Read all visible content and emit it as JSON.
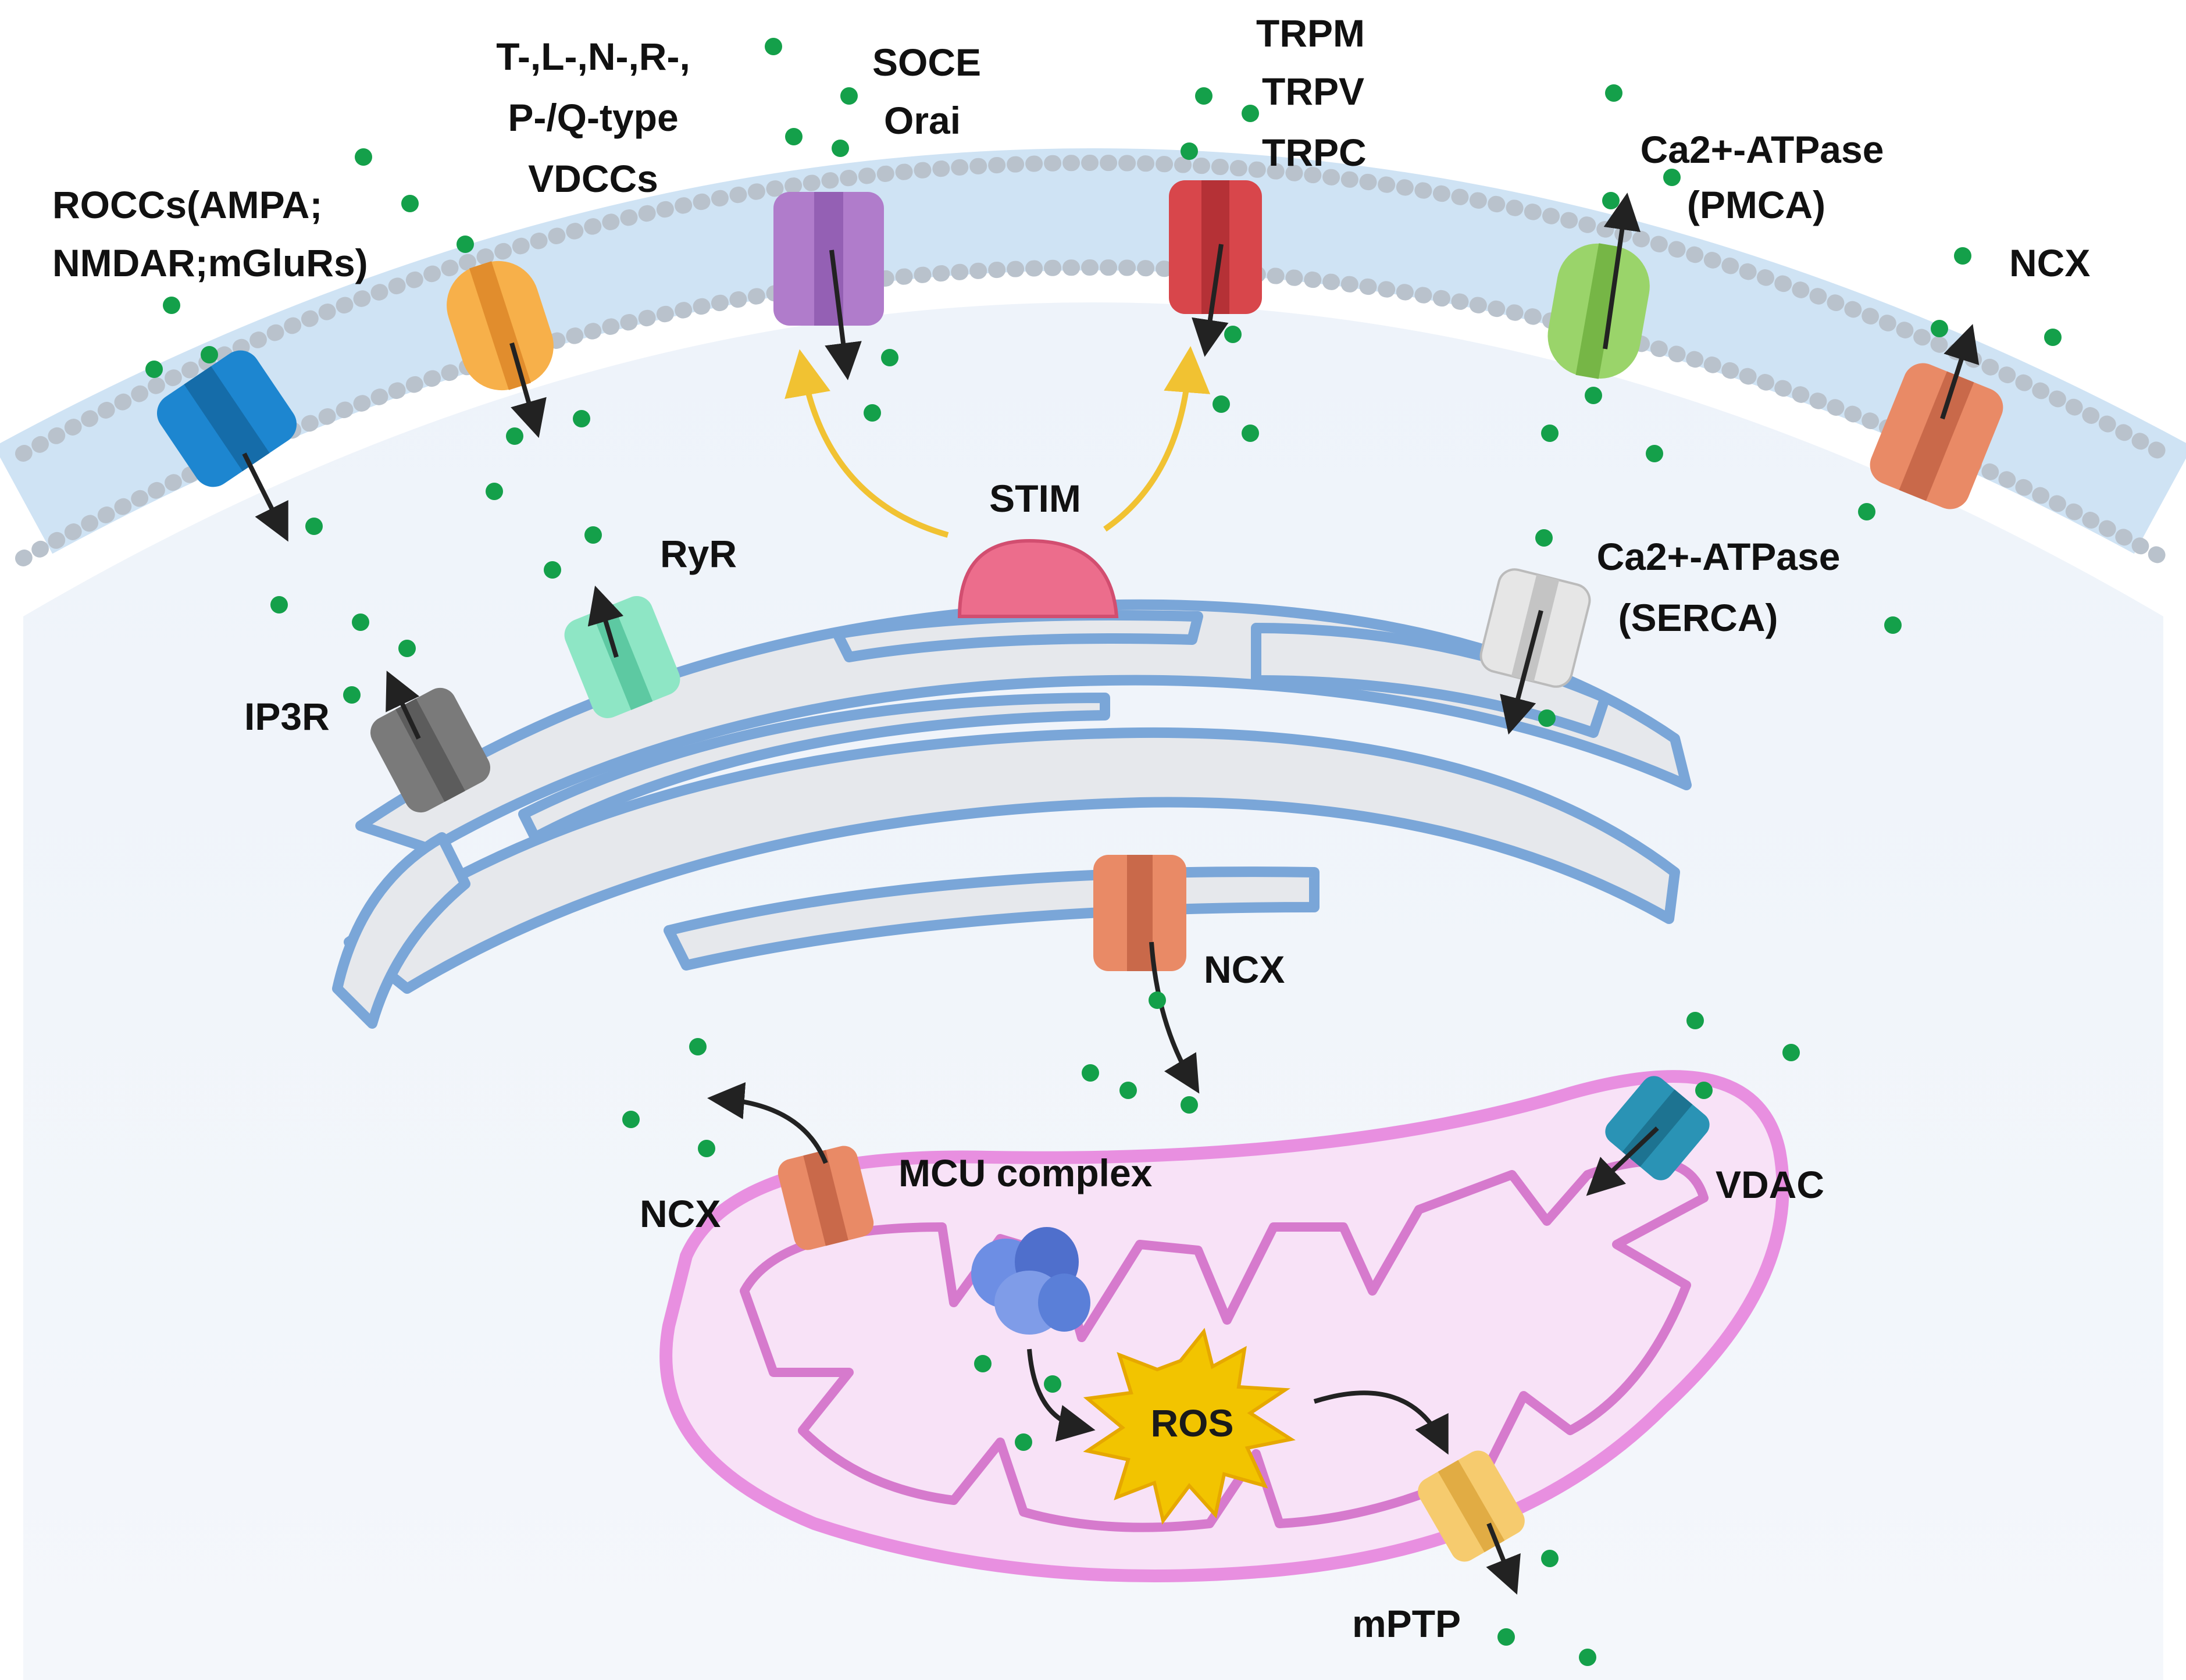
{
  "labels": {
    "roccs_line1": "ROCCs(AMPA;",
    "roccs_line2": "NMDAR;mGluRs)",
    "vdcc_line1": "T-,L-,N-,R-,",
    "vdcc_line2": "P-/Q-type",
    "vdcc_line3": "VDCCs",
    "soce_line1": "SOCE",
    "soce_line2": "Orai",
    "trpm": "TRPM",
    "trpv": "TRPV",
    "trpc": "TRPC",
    "pmca_line1": "Ca2+-ATPase",
    "pmca_line2": "(PMCA)",
    "ncx_membrane": "NCX",
    "stim": "STIM",
    "ryr": "RyR",
    "ip3r": "IP3R",
    "serca_line1": "Ca2+-ATPase",
    "serca_line2": "(SERCA)",
    "ncx_er": "NCX",
    "mcu": "MCU complex",
    "ncx_mito": "NCX",
    "vdac": "VDAC",
    "ros": "ROS",
    "mptp": "mPTP"
  },
  "colors": {
    "calcium": "#14a04a",
    "rocc": "#1d86d0",
    "vdcc": "#f7b04a",
    "orai": "#b07ccb",
    "trp": "#d8464b",
    "pmca": "#9ad46a",
    "ncx": "#e98a66",
    "stim": "#ec6d8c",
    "ryr": "#8ee6c5",
    "ip3r": "#7a7a7a",
    "serca": "#e6e6e6",
    "er_fill": "#e6e8ec",
    "er_stroke": "#7aa6d8",
    "mito_outer": "#e88fe0",
    "mito_fill": "#f8e2f7",
    "mcu": "#5a7fd8",
    "ros": "#f2c400",
    "mptp": "#f6cb6e",
    "vdac": "#2a93b5",
    "signal_arrow": "#f1c232"
  }
}
